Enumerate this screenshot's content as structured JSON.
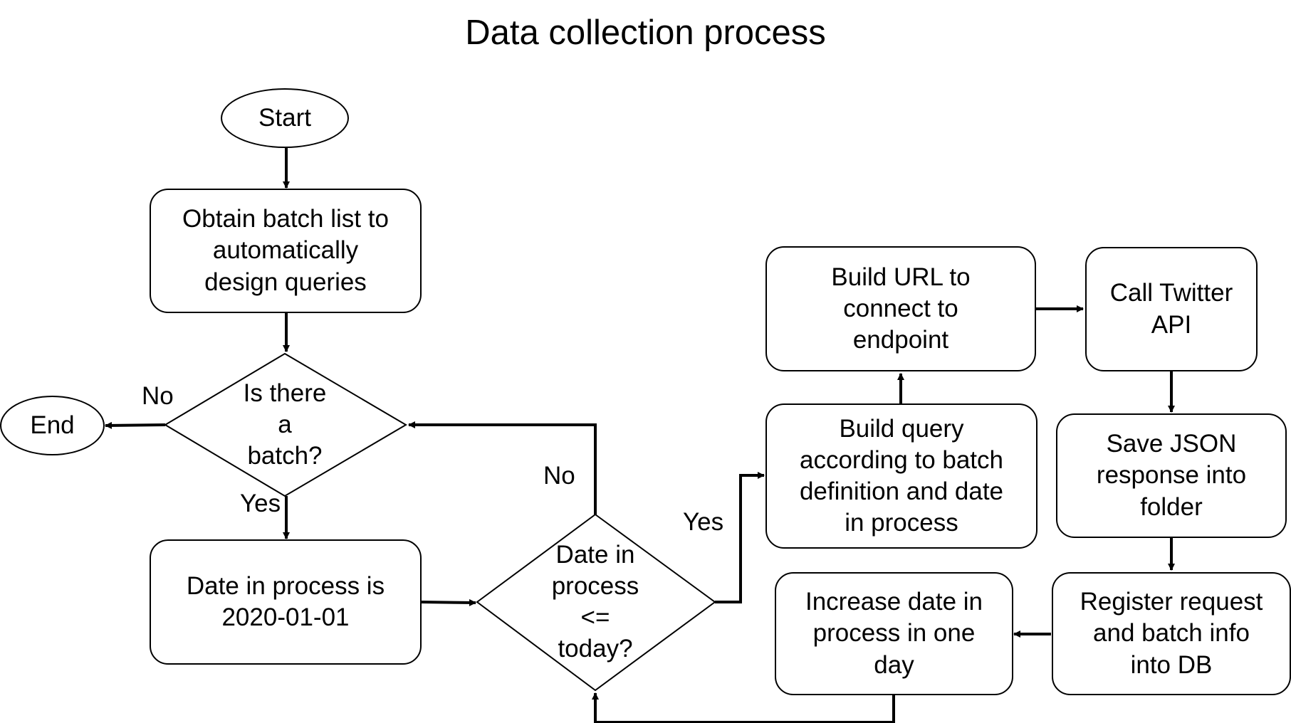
{
  "title": "Data collection process",
  "nodes": {
    "start": "Start",
    "obtain_batch": "Obtain batch list to\nautomatically\ndesign queries",
    "is_batch": "Is there\na\nbatch?",
    "end": "End",
    "date_init": "Date in process is\n2020-01-01",
    "date_check": "Date in\nprocess\n<=\ntoday?",
    "build_query": "Build query\naccording to batch\ndefinition and date\nin process",
    "build_url": "Build URL to\nconnect to\nendpoint",
    "call_api": "Call Twitter\nAPI",
    "save_json": "Save JSON\nresponse into\nfolder",
    "register": "Register request\nand batch info\ninto DB",
    "increase_date": "Increase date in\nprocess in one\nday"
  },
  "edge_labels": {
    "batch_no": "No",
    "batch_yes": "Yes",
    "date_no": "No",
    "date_yes": "Yes"
  }
}
